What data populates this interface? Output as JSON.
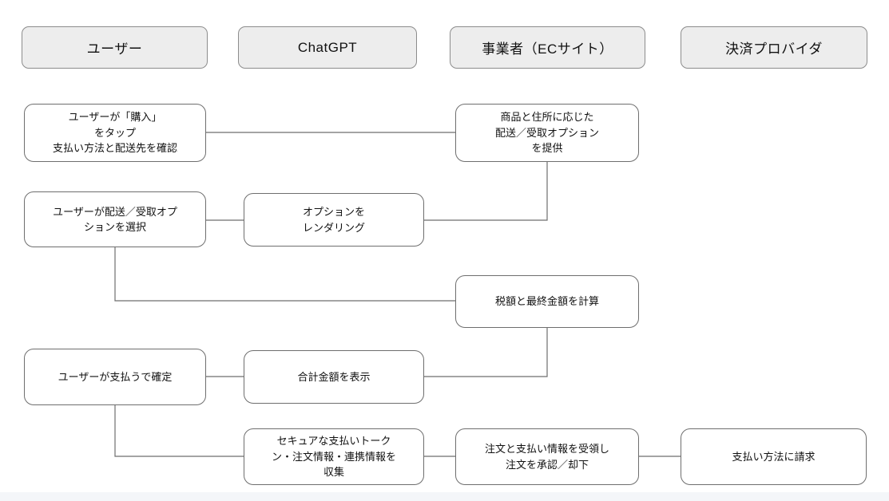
{
  "diagram": {
    "lanes": [
      {
        "label": "ユーザー"
      },
      {
        "label": "ChatGPT"
      },
      {
        "label": "事業者（ECサイト）"
      },
      {
        "label": "決済プロバイダ"
      }
    ],
    "nodes": [
      {
        "id": "user-taps-buy",
        "lane": "ユーザー",
        "label": "ユーザーが「購入」\nをタップ\n支払い方法と配送先を確認"
      },
      {
        "id": "merchant-provides-options",
        "lane": "事業者（ECサイト）",
        "label": "商品と住所に応じた\n配送／受取オプション\nを提供"
      },
      {
        "id": "user-selects-option",
        "lane": "ユーザー",
        "label": "ユーザーが配送／受取オプ\nションを選択"
      },
      {
        "id": "chatgpt-renders-options",
        "lane": "ChatGPT",
        "label": "オプションを\nレンダリング"
      },
      {
        "id": "merchant-calculates-total",
        "lane": "事業者（ECサイト）",
        "label": "税額と最終金額を計算"
      },
      {
        "id": "user-confirms-pay",
        "lane": "ユーザー",
        "label": "ユーザーが支払うで確定"
      },
      {
        "id": "chatgpt-shows-total",
        "lane": "ChatGPT",
        "label": "合計金額を表示"
      },
      {
        "id": "chatgpt-collects-token",
        "lane": "ChatGPT",
        "label": "セキュアな支払いトーク\nン・注文情報・連携情報を\n収集"
      },
      {
        "id": "merchant-accepts-order",
        "lane": "事業者（ECサイト）",
        "label": "注文と支払い情報を受領し\n注文を承認／却下"
      },
      {
        "id": "psp-charges",
        "lane": "決済プロバイダ",
        "label": "支払い方法に請求"
      }
    ],
    "colors": {
      "header_fill": "#ededed",
      "header_border": "#8c8c8c",
      "node_border": "#6e6e6e",
      "connector": "#6e6e6e",
      "bottom_strip": "#f4f6f9"
    }
  }
}
